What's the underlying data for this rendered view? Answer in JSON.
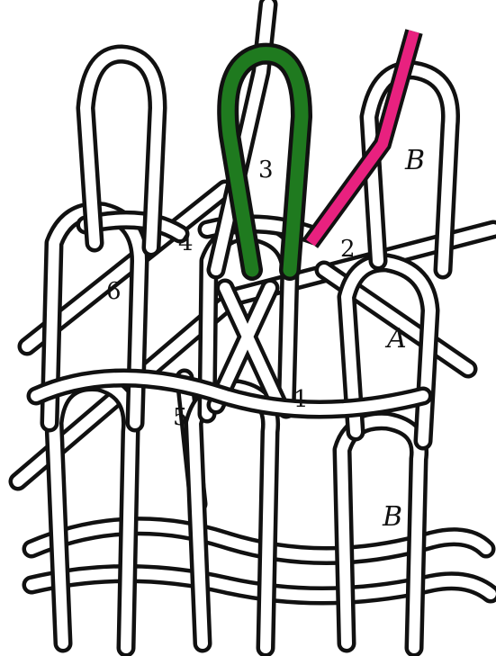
{
  "figure": {
    "labels": {
      "n1": "1",
      "n2": "2",
      "n3": "3",
      "n4": "4",
      "n5": "5",
      "n6": "6",
      "b_top": "B",
      "a": "A",
      "b_bottom": "B"
    },
    "colors": {
      "yarn_outline": "#111111",
      "yarn_fill": "#ffffff",
      "highlight_loop": "#1f7a1f",
      "highlight_strand": "#e8217f"
    }
  }
}
